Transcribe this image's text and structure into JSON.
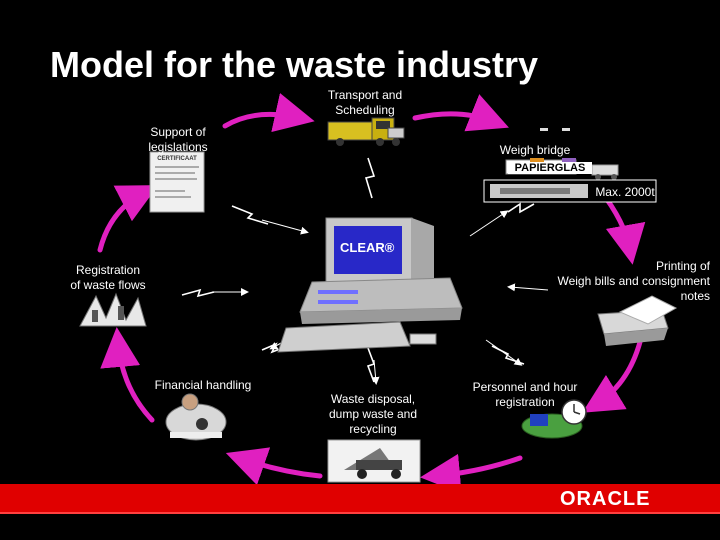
{
  "title": "Model for the waste industry",
  "nodes": {
    "transport": "Transport and\nScheduling",
    "support": "Support of\nlegislations",
    "weigh_bridge": "Weigh bridge",
    "papierglas": "PAPIERGLAS",
    "max_weight": "Max. 2000t",
    "clear": "CLEAR®",
    "registration": "Registration\nof waste flows",
    "printing": "Printing of\nWeigh bills and consignment\nnotes",
    "financial": "Financial handling",
    "waste_disposal": "Waste disposal,\ndump waste and\nrecycling",
    "personnel": "Personnel and hour\nregistration"
  },
  "certificate_label": "CERTIFICAAT",
  "footer": {
    "logo": "ORACLE"
  },
  "colors": {
    "background": "#000000",
    "cycle_arrow": "#e020c0",
    "footer_bar": "#e00000",
    "screen": "#2828c8"
  }
}
